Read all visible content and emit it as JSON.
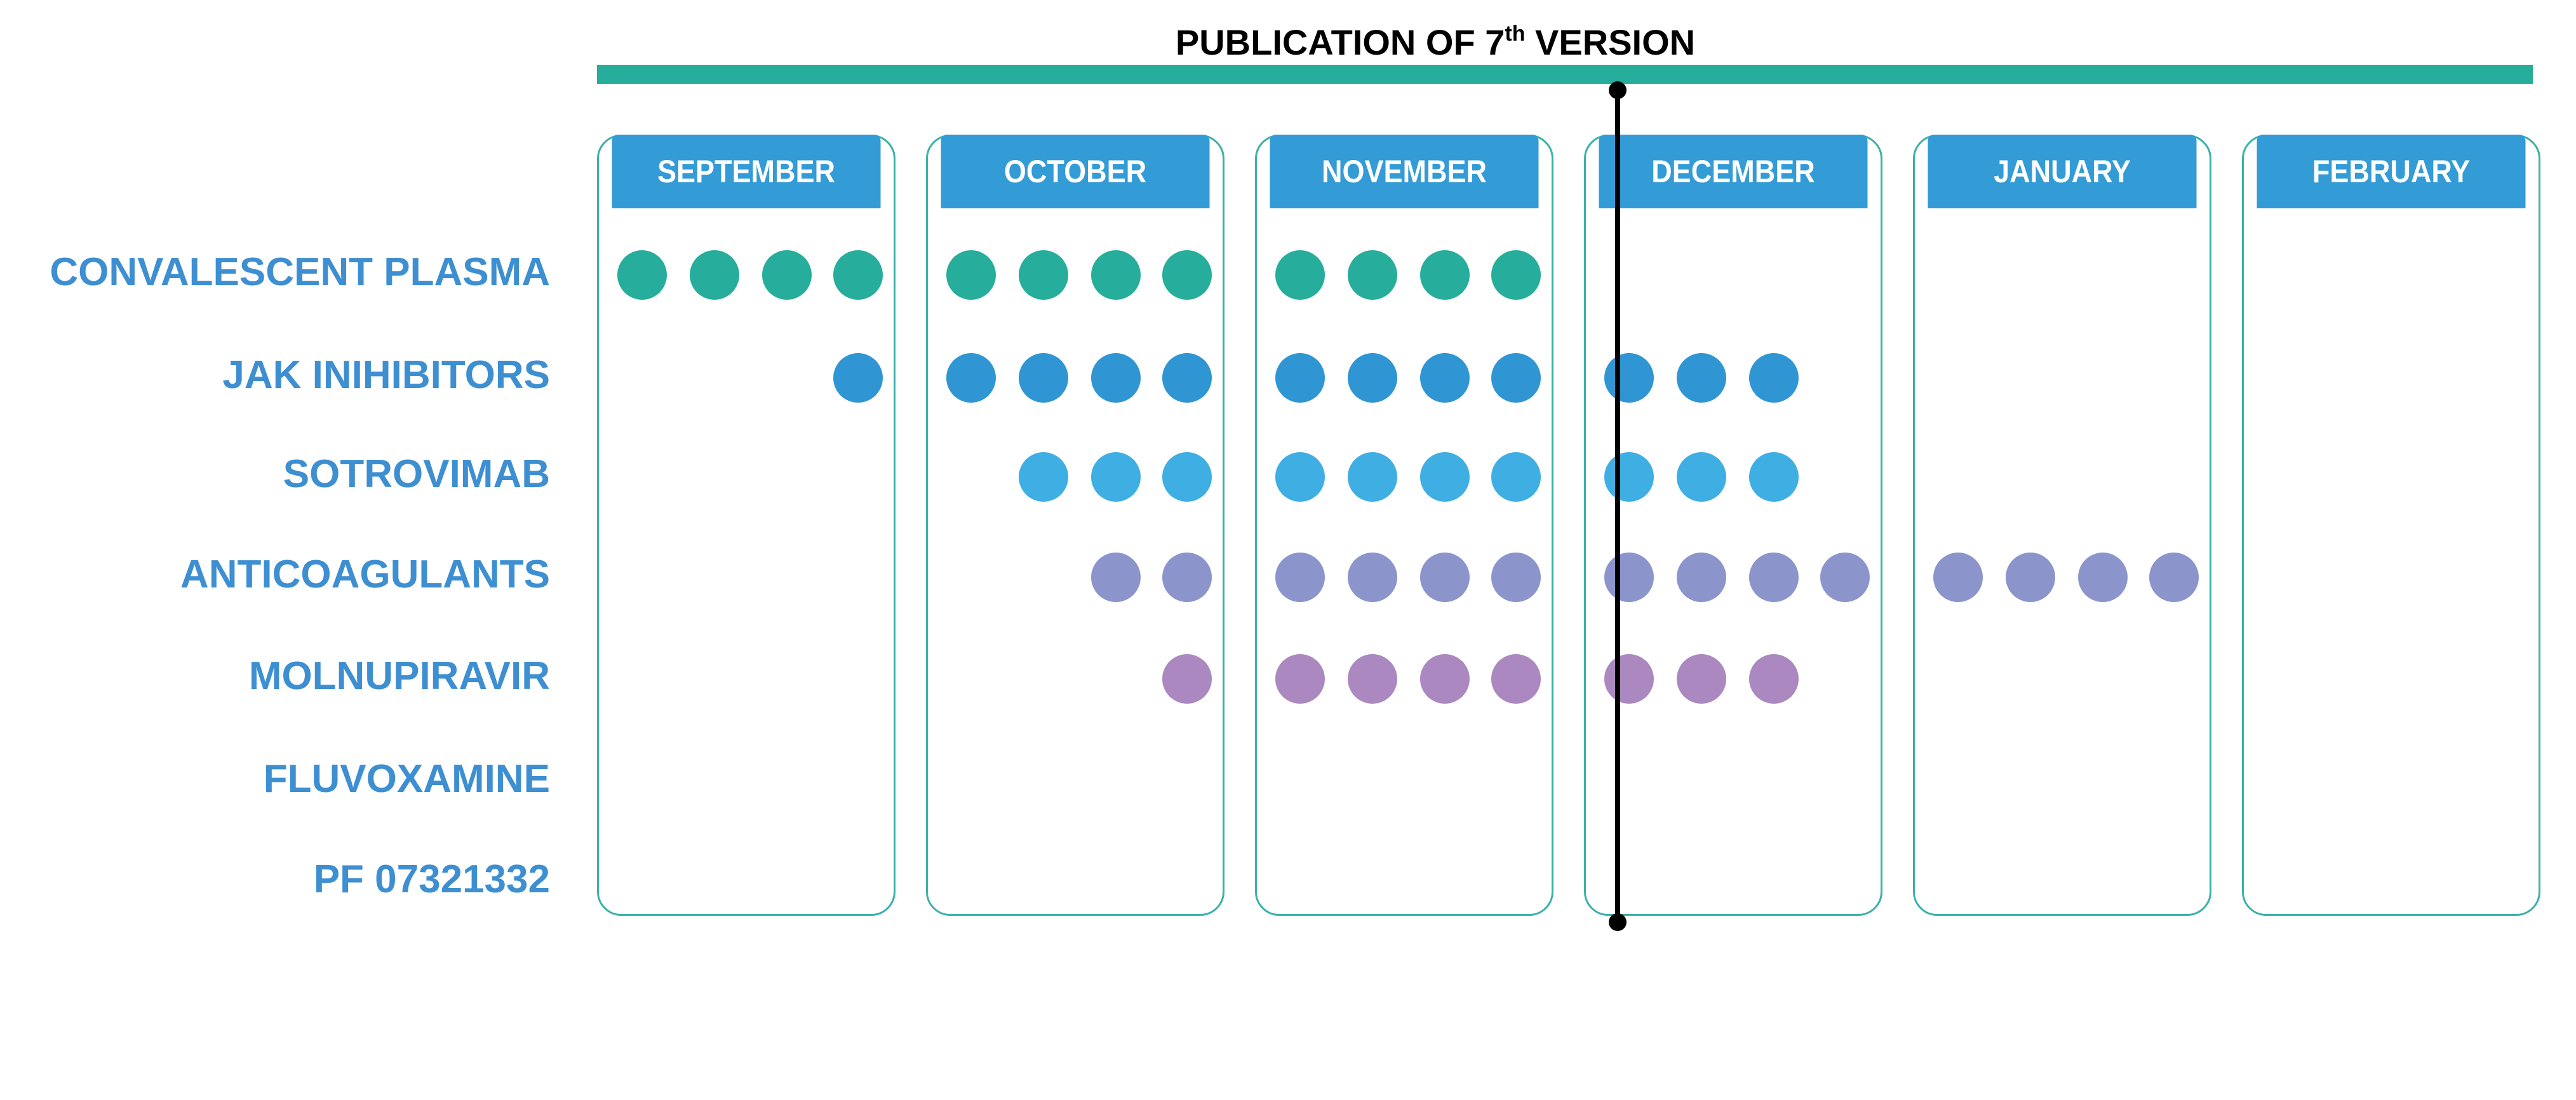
{
  "title": {
    "prefix": "PUBLICATION OF 7",
    "sup": "th",
    "suffix": " VERSION"
  },
  "months": [
    "SEPTEMBER",
    "OCTOBER",
    "NOVEMBER",
    "DECEMBER",
    "JANUARY",
    "FEBRUARY"
  ],
  "rows": [
    {
      "label": "CONVALESCENT PLASMA",
      "color": "#26ad9c"
    },
    {
      "label": "JAK INIHIBITORS",
      "color": "#2f96d3"
    },
    {
      "label": "SOTROVIMAB",
      "color": "#3eaee3"
    },
    {
      "label": "ANTICOAGULANTS",
      "color": "#8b95cc"
    },
    {
      "label": "MOLNUPIRAVIR",
      "color": "#ab88bf"
    },
    {
      "label": "FLUVOXAMINE",
      "color": "#3d8fd1"
    },
    {
      "label": "PF 07321332",
      "color": "#3d8fd1"
    }
  ],
  "chart_data": {
    "type": "timeline",
    "series": [
      {
        "name": "CONVALESCENT PLASMA",
        "weeks": [
          [
            1,
            1,
            1,
            1
          ],
          [
            1,
            1,
            1,
            1
          ],
          [
            1,
            1,
            1,
            1
          ],
          [
            0,
            0,
            0,
            0
          ],
          [
            0,
            0,
            0,
            0
          ],
          [
            0,
            0,
            0,
            0
          ]
        ]
      },
      {
        "name": "JAK INIHIBITORS",
        "weeks": [
          [
            0,
            0,
            0,
            1
          ],
          [
            1,
            1,
            1,
            1
          ],
          [
            1,
            1,
            1,
            1
          ],
          [
            1,
            1,
            1,
            0
          ],
          [
            0,
            0,
            0,
            0
          ],
          [
            0,
            0,
            0,
            0
          ]
        ]
      },
      {
        "name": "SOTROVIMAB",
        "weeks": [
          [
            0,
            0,
            0,
            0
          ],
          [
            0,
            1,
            1,
            1
          ],
          [
            1,
            1,
            1,
            1
          ],
          [
            1,
            1,
            1,
            0
          ],
          [
            0,
            0,
            0,
            0
          ],
          [
            0,
            0,
            0,
            0
          ]
        ]
      },
      {
        "name": "ANTICOAGULANTS",
        "weeks": [
          [
            0,
            0,
            0,
            0
          ],
          [
            0,
            0,
            1,
            1
          ],
          [
            1,
            1,
            1,
            1
          ],
          [
            1,
            1,
            1,
            1
          ],
          [
            1,
            1,
            1,
            1
          ],
          [
            0,
            0,
            0,
            0
          ]
        ]
      },
      {
        "name": "MOLNUPIRAVIR",
        "weeks": [
          [
            0,
            0,
            0,
            0
          ],
          [
            0,
            0,
            0,
            1
          ],
          [
            1,
            1,
            1,
            1
          ],
          [
            1,
            1,
            1,
            0
          ],
          [
            0,
            0,
            0,
            0
          ],
          [
            0,
            0,
            0,
            0
          ]
        ]
      },
      {
        "name": "FLUVOXAMINE",
        "weeks": [
          [
            0,
            0,
            0,
            0
          ],
          [
            0,
            0,
            0,
            0
          ],
          [
            0,
            0,
            0,
            0
          ],
          [
            0,
            0,
            0,
            0
          ],
          [
            0,
            0,
            0,
            0
          ],
          [
            0,
            0,
            0,
            0
          ]
        ]
      },
      {
        "name": "PF 07321332",
        "weeks": [
          [
            0,
            0,
            0,
            0
          ],
          [
            0,
            0,
            0,
            0
          ],
          [
            0,
            0,
            0,
            0
          ],
          [
            0,
            0,
            0,
            0
          ],
          [
            0,
            0,
            0,
            0
          ],
          [
            0,
            0,
            0,
            0
          ]
        ]
      }
    ],
    "marker": {
      "month": "DECEMBER",
      "week": 1
    }
  }
}
